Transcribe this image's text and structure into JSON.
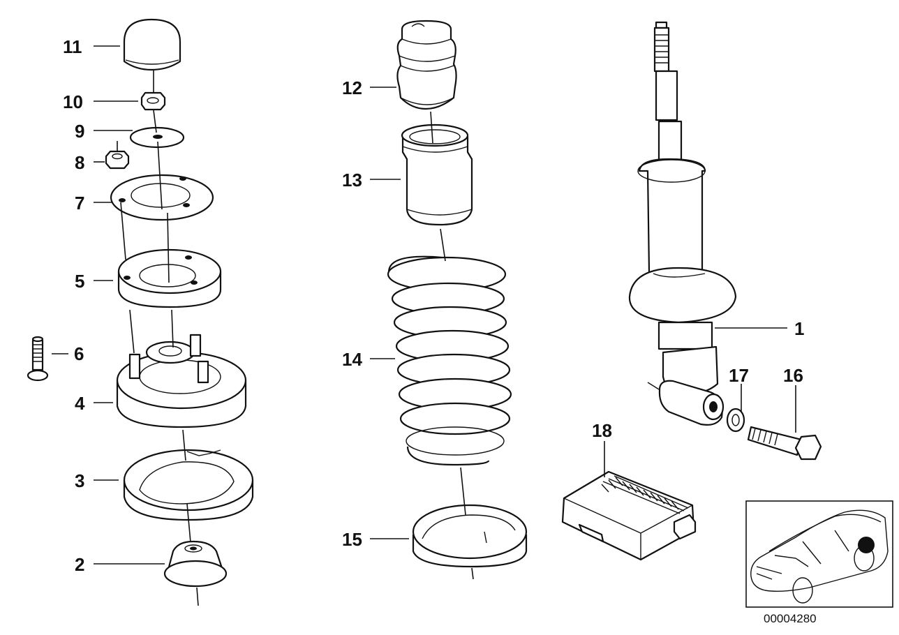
{
  "diagram": {
    "reference_code": "00004280",
    "callouts": [
      {
        "id": "1",
        "label": "1"
      },
      {
        "id": "2",
        "label": "2"
      },
      {
        "id": "3",
        "label": "3"
      },
      {
        "id": "4",
        "label": "4"
      },
      {
        "id": "5",
        "label": "5"
      },
      {
        "id": "6",
        "label": "6"
      },
      {
        "id": "7",
        "label": "7"
      },
      {
        "id": "8",
        "label": "8"
      },
      {
        "id": "9",
        "label": "9"
      },
      {
        "id": "10",
        "label": "10"
      },
      {
        "id": "11",
        "label": "11"
      },
      {
        "id": "12",
        "label": "12"
      },
      {
        "id": "13",
        "label": "13"
      },
      {
        "id": "14",
        "label": "14"
      },
      {
        "id": "15",
        "label": "15"
      },
      {
        "id": "16",
        "label": "16"
      },
      {
        "id": "17",
        "label": "17"
      },
      {
        "id": "18",
        "label": "18"
      }
    ]
  }
}
